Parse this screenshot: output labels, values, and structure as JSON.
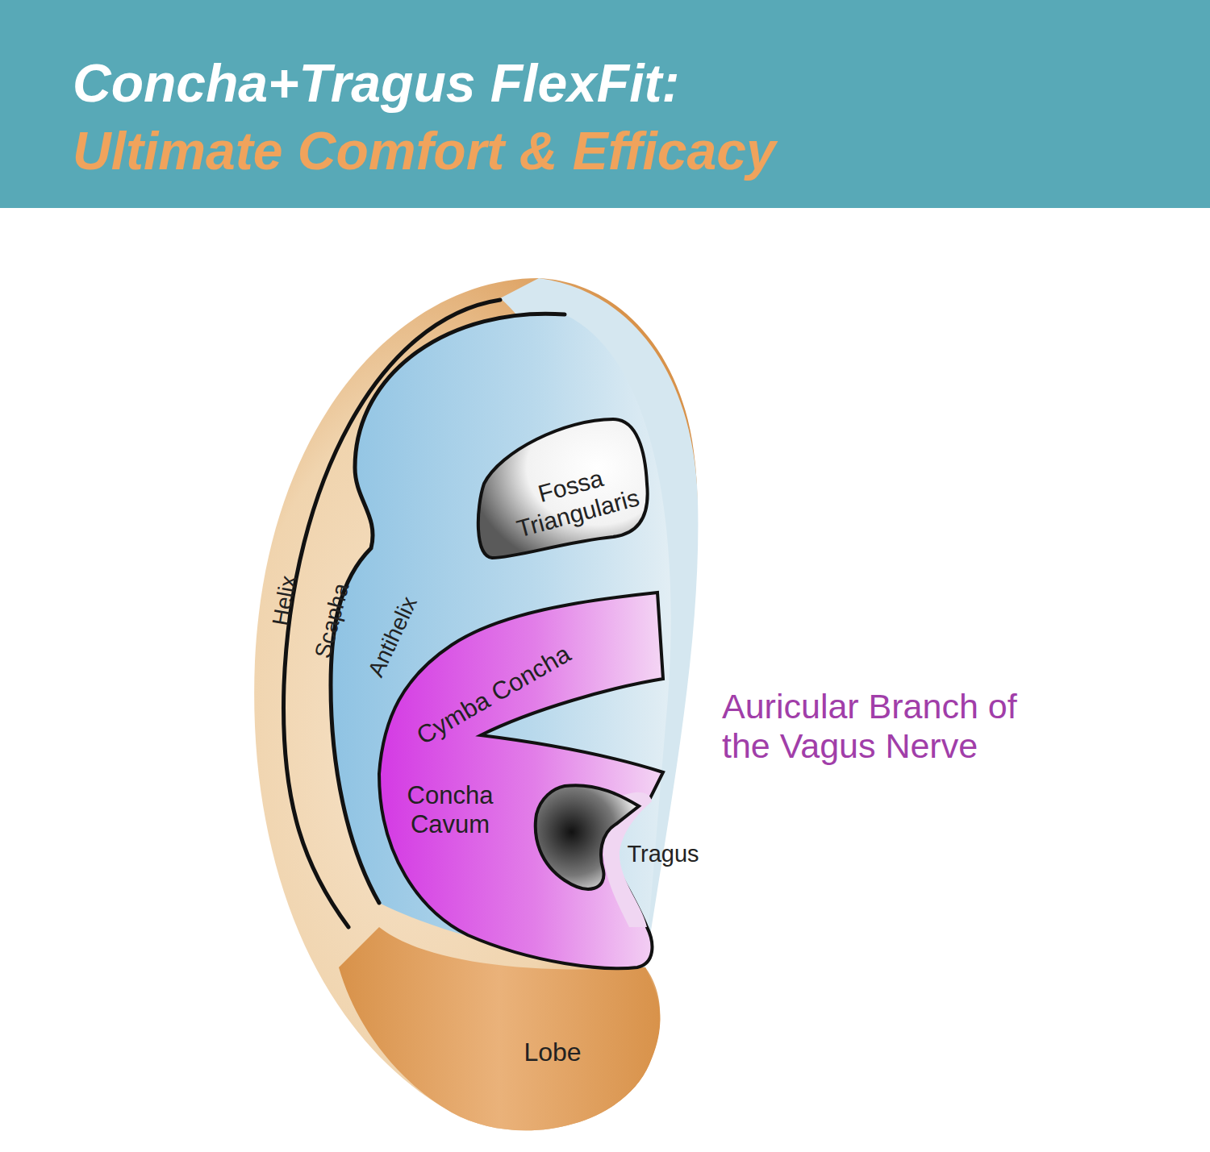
{
  "diagram": {
    "title": "Concha+Tragus FlexFit:",
    "labels": [
      "Ultimate Comfort & Efficacy",
      "Fossa Triangularis",
      "Helix",
      "Scapha",
      "Antihelix",
      "Cymba Concha",
      "Concha Cavum",
      "Tragus",
      "Auricular Branch of the Vagus Nerve",
      "Lobe"
    ]
  }
}
